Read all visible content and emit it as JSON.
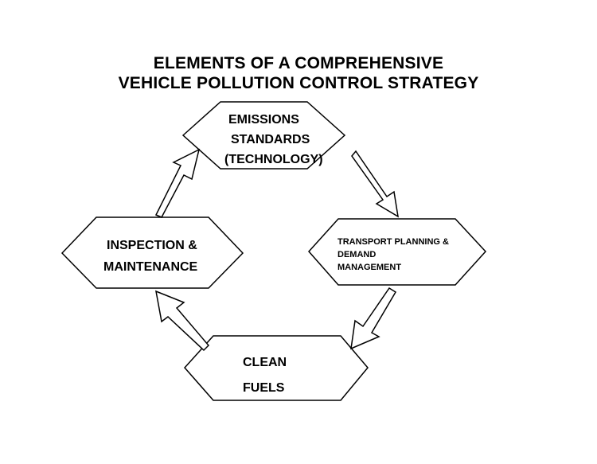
{
  "title": {
    "line1": "ELEMENTS OF A COMPREHENSIVE",
    "line2": "VEHICLE POLLUTION CONTROL STRATEGY"
  },
  "nodes": {
    "emissions": {
      "line1": "EMISSIONS",
      "line2": "STANDARDS",
      "line3": "(TECHNOLOGY)"
    },
    "transport": {
      "line1": "TRANSPORT PLANNING &",
      "line2": "DEMAND",
      "line3": "MANAGEMENT"
    },
    "fuels": {
      "line1": "CLEAN",
      "line2": "FUELS"
    },
    "inspection": {
      "line1": "INSPECTION &",
      "line2": "MAINTENANCE"
    }
  },
  "colors": {
    "stroke": "#000000",
    "fill": "#ffffff",
    "text": "#000000"
  }
}
